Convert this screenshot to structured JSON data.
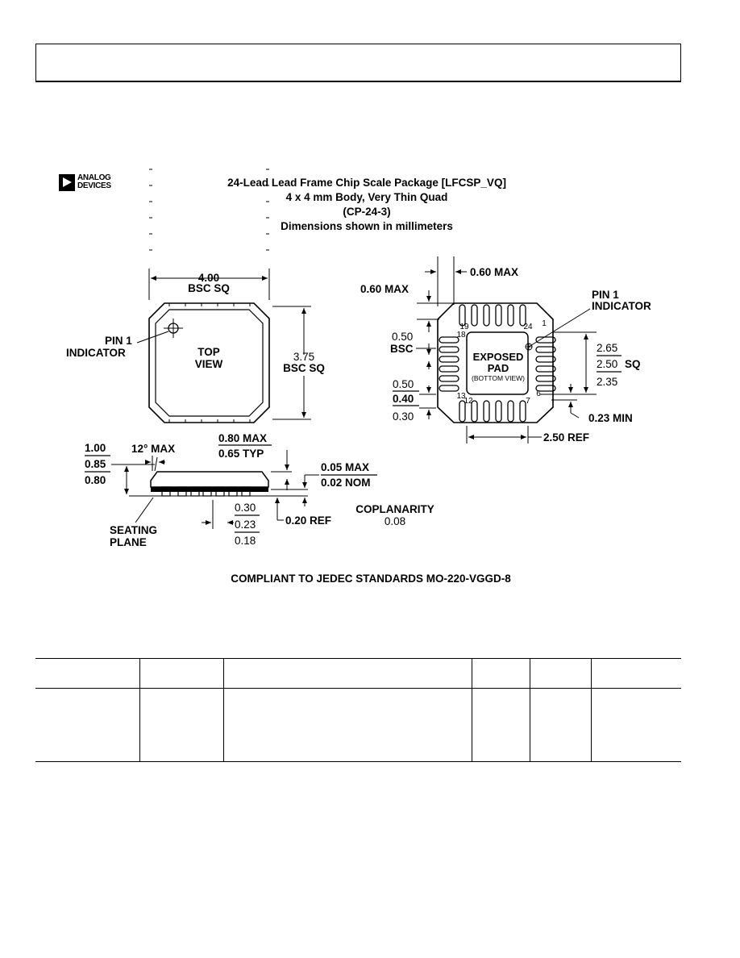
{
  "logo": {
    "line1": "ANALOG",
    "line2": "DEVICES"
  },
  "title": {
    "line1": "24-Lead Lead Frame Chip Scale Package [LFCSP_VQ]",
    "line2": "4 x 4 mm Body, Very Thin Quad",
    "line3": "(CP-24-3)",
    "line4": "Dimensions shown in millimeters"
  },
  "top_view": {
    "width_value": "4.00",
    "width_note": "BSC SQ",
    "inner_value": "3.75",
    "inner_note": "BSC SQ",
    "pin1_line1": "PIN 1",
    "pin1_line2": "INDICATOR",
    "label_line1": "TOP",
    "label_line2": "VIEW"
  },
  "bottom_view": {
    "height_max": "0.60 MAX",
    "side_max": "0.60 MAX",
    "pin1_line1": "PIN 1",
    "pin1_line2": "INDICATOR",
    "pitch_value": "0.50",
    "pitch_note": "BSC",
    "lead_len_max": "0.50",
    "lead_len_nom": "0.40",
    "lead_len_min": "0.30",
    "pad_max": "2.65",
    "pad_nom": "2.50",
    "pad_note": "SQ",
    "pad_min": "2.35",
    "lead_gap": "0.23 MIN",
    "pad_ref": "2.50 REF",
    "pad_line1": "EXPOSED",
    "pad_line2": "PAD",
    "pad_line3": "(BOTTOM VIEW)",
    "pin_labels": [
      "19",
      "24",
      "1",
      "18",
      "13",
      "12",
      "7",
      "6"
    ]
  },
  "side_view": {
    "height_max": "1.00",
    "height_nom": "0.85",
    "height_min": "0.80",
    "angle": "12° MAX",
    "body_max": "0.80 MAX",
    "body_typ": "0.65 TYP",
    "standoff_max": "0.05 MAX",
    "standoff_nom": "0.02 NOM",
    "lead_w_max": "0.30",
    "lead_w_nom": "0.23",
    "lead_w_min": "0.18",
    "frame_ref": "0.20 REF",
    "seating_line1": "SEATING",
    "seating_line2": "PLANE",
    "coplanarity_label": "COPLANARITY",
    "coplanarity_value": "0.08"
  },
  "compliance": "COMPLIANT TO JEDEC STANDARDS MO-220-VGGD-8"
}
